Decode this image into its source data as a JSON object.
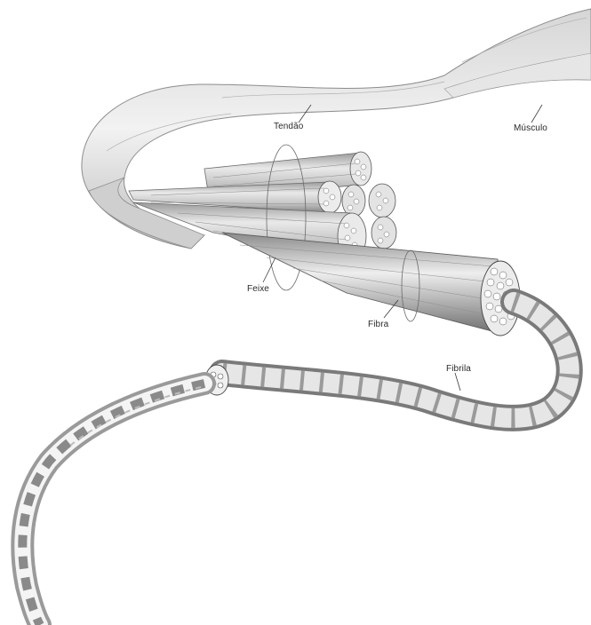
{
  "labels": {
    "tendao": "Tendão",
    "musculo": "Músculo",
    "feixe": "Feixe",
    "fibra": "Fibra",
    "fibrila": "Fibrila"
  }
}
